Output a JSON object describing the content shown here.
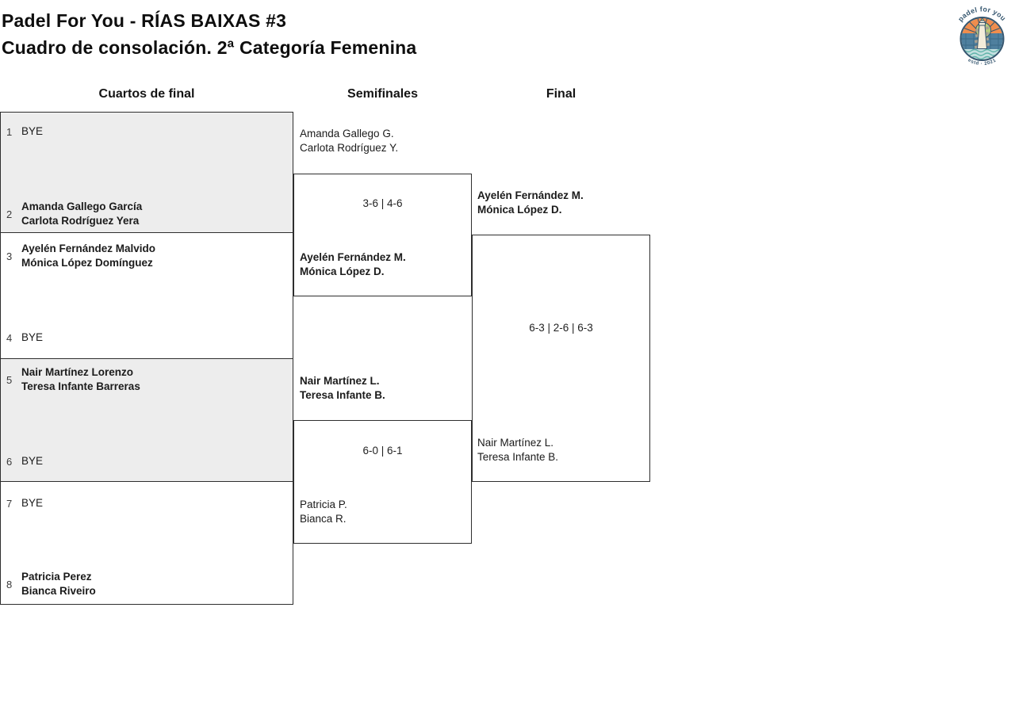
{
  "page": {
    "title_line1": "Padel For You - RÍAS BAIXAS #3",
    "title_line2": "Cuadro de consolación. 2ª Categoría Femenina"
  },
  "logo": {
    "top_text": "padel for you",
    "bottom_text": "estd · 2021"
  },
  "rounds": [
    "Cuartos de final",
    "Semifinales",
    "Final"
  ],
  "quarterfinals": {
    "seeds": [
      {
        "n": "1",
        "line1": "BYE",
        "bye": true
      },
      {
        "n": "2",
        "line1": "Amanda Gallego García",
        "line2": "Carlota Rodríguez Yera",
        "bye": false
      },
      {
        "n": "3",
        "line1": "Ayelén Fernández Malvido",
        "line2": "Mónica López Domínguez",
        "bye": false
      },
      {
        "n": "4",
        "line1": "BYE",
        "bye": true
      },
      {
        "n": "5",
        "line1": "Nair Martínez Lorenzo",
        "line2": "Teresa Infante Barreras",
        "bye": false
      },
      {
        "n": "6",
        "line1": "BYE",
        "bye": true
      },
      {
        "n": "7",
        "line1": "BYE",
        "bye": true
      },
      {
        "n": "8",
        "line1": "Patricia Perez",
        "line2": "Bianca Riveiro",
        "bye": false
      }
    ]
  },
  "semifinal1": {
    "top": {
      "line1": "Amanda Gallego G.",
      "line2": "Carlota Rodríguez Y.",
      "winner": false
    },
    "score": "3-6 | 4-6",
    "bottom": {
      "line1": "Ayelén Fernández M.",
      "line2": "Mónica López D.",
      "winner": true
    }
  },
  "semifinal2": {
    "top": {
      "line1": "Nair Martínez L.",
      "line2": "Teresa Infante B.",
      "winner": true
    },
    "score": "6-0 | 6-1",
    "bottom": {
      "line1": "Patricia P.",
      "line2": "Bianca R.",
      "winner": false
    }
  },
  "final": {
    "top": {
      "line1": "Ayelén Fernández M.",
      "line2": "Mónica López D.",
      "winner": true
    },
    "score": "6-3 | 2-6 | 6-3",
    "bottom": {
      "line1": "Nair Martínez L.",
      "line2": "Teresa Infante B.",
      "winner": false
    }
  },
  "colors": {
    "match_alt_bg": "#ededed",
    "border": "#2e2e2e",
    "logo_navy": "#35566f",
    "logo_orange": "#ef8d4d",
    "logo_blue": "#4e7f9e",
    "logo_teal": "#5fb3a9",
    "logo_green": "#b5cd7c"
  }
}
